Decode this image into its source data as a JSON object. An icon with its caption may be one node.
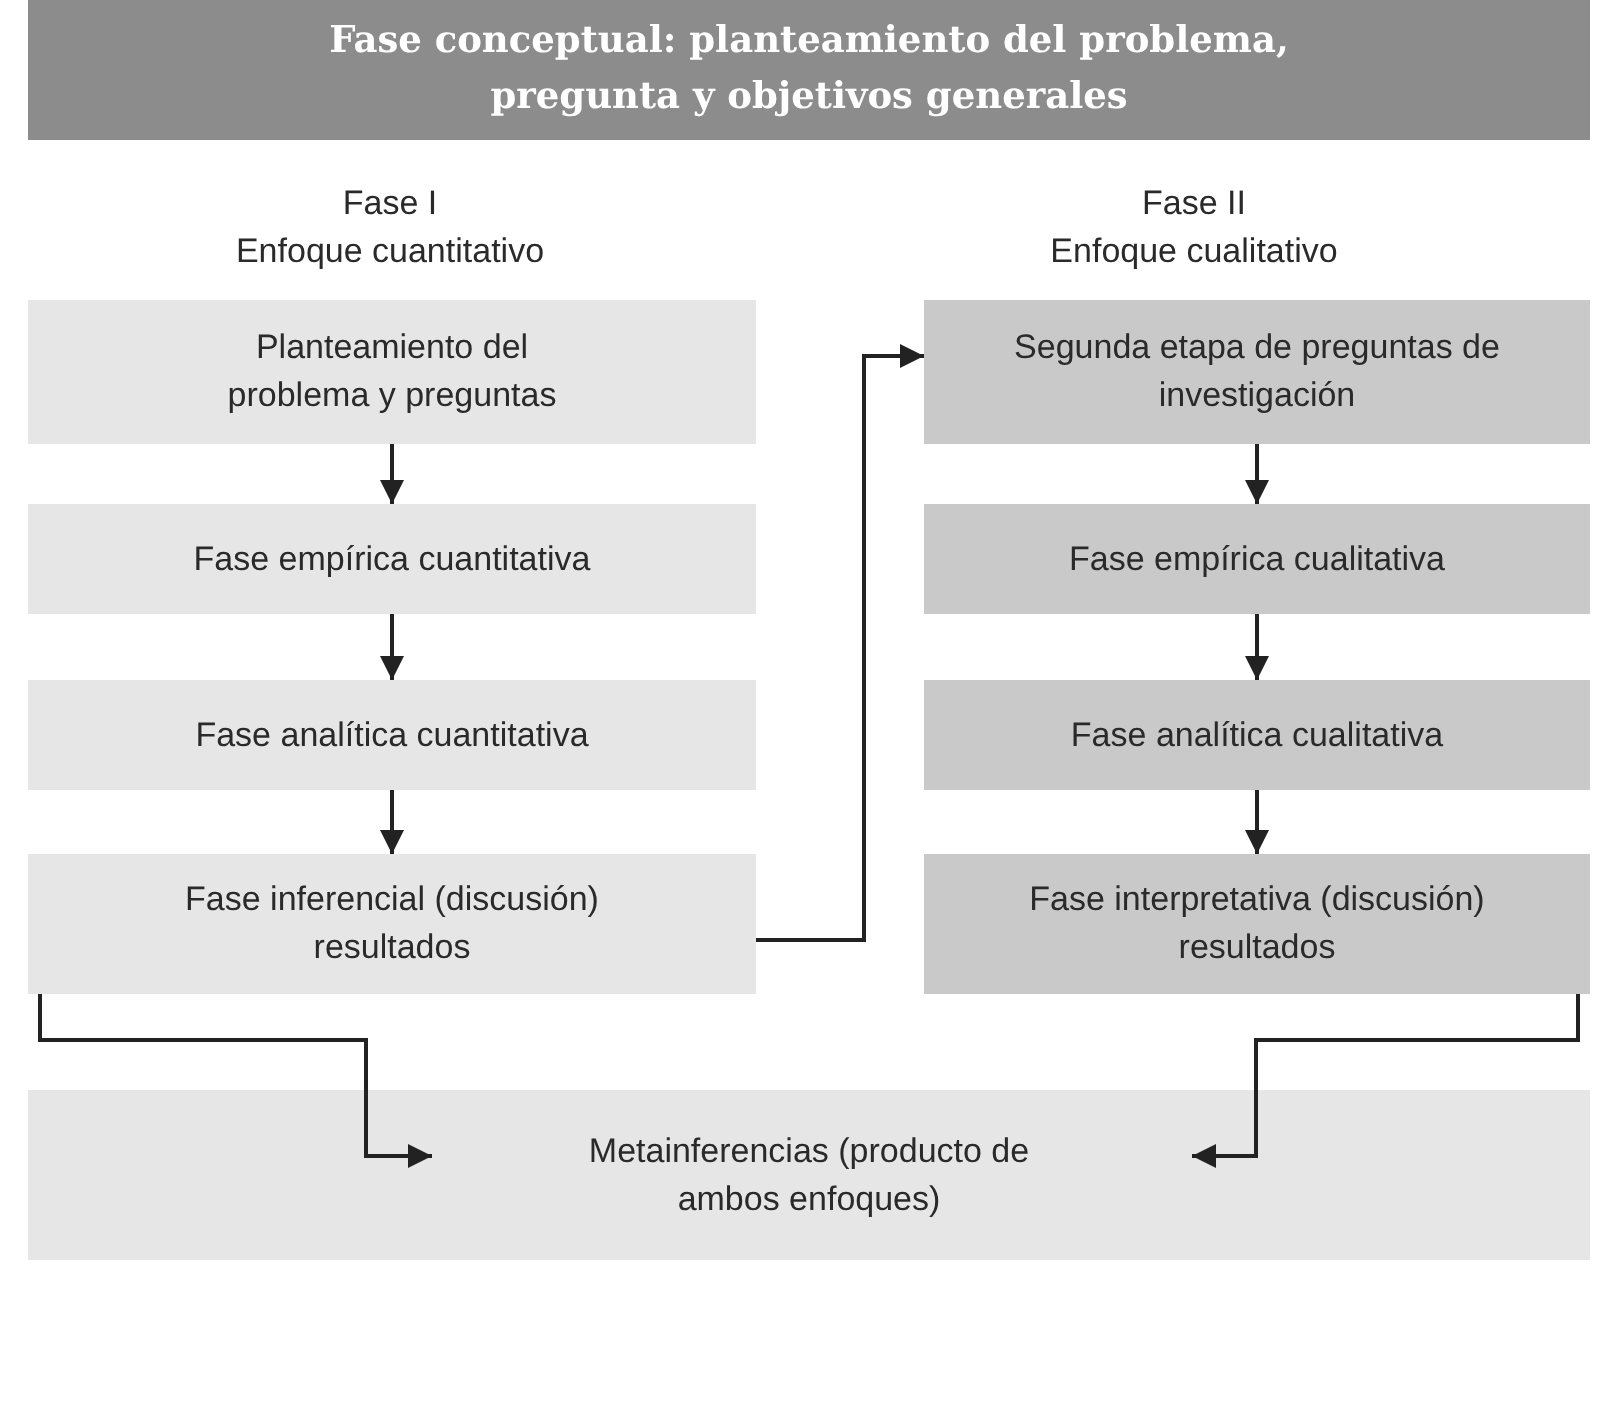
{
  "diagram": {
    "title": "Fase conceptual: planteamiento del problema, pregunta y objetivos generales",
    "nodes": [
      {
        "text": [
          "Planteamiento del problema y preguntas"
        ]
      },
      {
        "text": [
          "Fase empírica cuantitativa"
        ]
      },
      {
        "text": [
          "Fase analítica cuantitativa"
        ]
      },
      {
        "text": [
          "Fase inferencial (discusión) resultados"
        ]
      },
      {
        "text": [
          "Segunda etapa de preguntas de investigación"
        ]
      },
      {
        "text": [
          "Fase empírica cualitativa"
        ]
      },
      {
        "text": [
          "Fase analítica cualitativa"
        ]
      },
      {
        "text": [
          "Fase interpretativa (discusión) resultados"
        ]
      },
      {
        "text": [
          "Metainferencias (producto de ambos enfoques)"
        ]
      }
    ],
    "edges": [
      {
        "from": 0,
        "to": 1,
        "arrow": "to"
      },
      {
        "from": 1,
        "to": 2,
        "arrow": "to"
      },
      {
        "from": 2,
        "to": 3,
        "arrow": "to"
      },
      {
        "from": 3,
        "to": 4,
        "arrow": "to"
      },
      {
        "from": 4,
        "to": 5,
        "arrow": "to"
      },
      {
        "from": 5,
        "to": 6,
        "arrow": "to"
      },
      {
        "from": 6,
        "to": 7,
        "arrow": "to"
      },
      {
        "from": 3,
        "to": 8,
        "arrow": "to"
      },
      {
        "from": 7,
        "to": 8,
        "arrow": "to"
      }
    ],
    "labels": [
      "Fase I",
      "Enfoque cuantitativo",
      "Fase II",
      "Enfoque cualitativo"
    ]
  }
}
